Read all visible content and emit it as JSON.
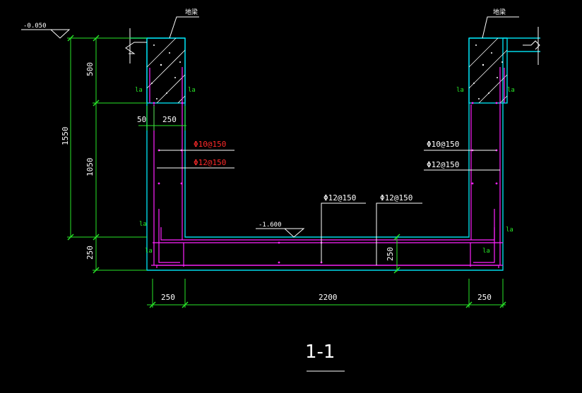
{
  "section_title": "1-1",
  "elevations": {
    "top": "-0.050",
    "bottom": "-1.600"
  },
  "beam_labels": {
    "left": "地梁",
    "right": "地梁"
  },
  "dimensions": {
    "left_vertical": {
      "total": "1550",
      "upper": "500",
      "middle": "1050",
      "lower": "250"
    },
    "top_left": {
      "offset": "50",
      "wall": "250"
    },
    "bottom": {
      "left_wall": "250",
      "clear": "2200",
      "right_wall": "250"
    },
    "slab_thickness": "250"
  },
  "rebar": {
    "left_outer": "Φ10@150",
    "left_inner": "Φ12@150",
    "right_outer": "Φ10@150",
    "right_inner": "Φ12@150",
    "slab_top": "Φ12@150",
    "slab_bottom": "Φ12@150"
  },
  "anchorage_label": "la",
  "colors": {
    "background": "#000000",
    "concrete_outline": "#00d8e8",
    "rebar": "#ff22ff",
    "dimension": "#28e628",
    "highlight_text": "#ff2a2a"
  }
}
